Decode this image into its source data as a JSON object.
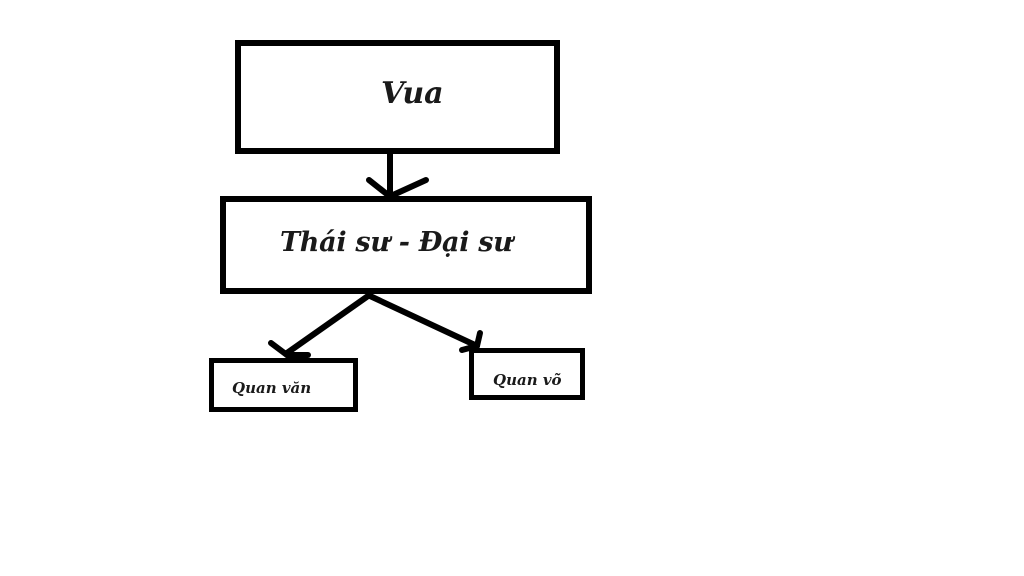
{
  "diagram": {
    "nodes": {
      "top": {
        "label": "Vua"
      },
      "middle": {
        "label": "Thái sư - Đại sư"
      },
      "left": {
        "label": "Quan văn"
      },
      "right": {
        "label": "Quan võ"
      }
    },
    "edges": [
      {
        "from": "top",
        "to": "middle"
      },
      {
        "from": "middle",
        "to": "left"
      },
      {
        "from": "middle",
        "to": "right"
      }
    ],
    "colors": {
      "stroke": "#000000",
      "background": "#ffffff"
    }
  }
}
